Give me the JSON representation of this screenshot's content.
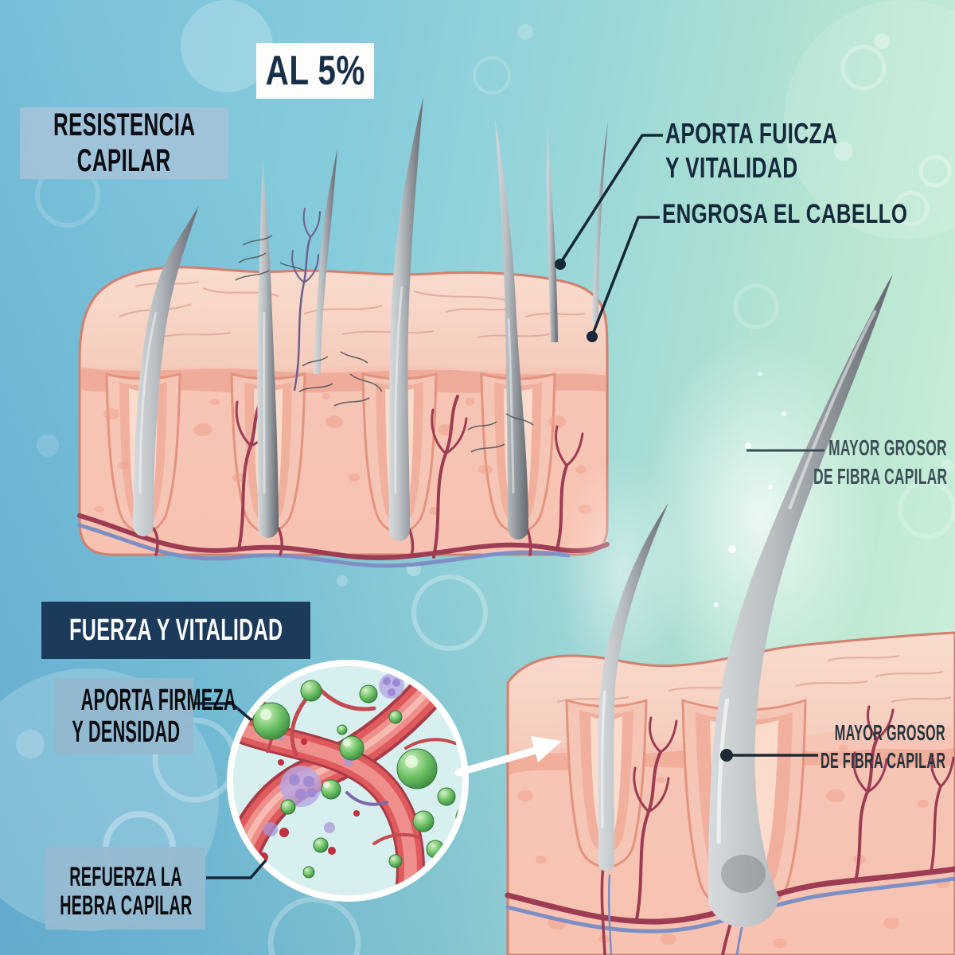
{
  "infographic": {
    "concentration_badge": "AL 5%",
    "resistencia": {
      "line1": "RESISTENCIA",
      "line2": "CAPILAR"
    },
    "aporta_fuerza": {
      "line1": "APORTA FUICZA",
      "line2": "Y VITALIDAD"
    },
    "engrosa": "ENGROSA EL CABELLO",
    "mayor_grosor_top": {
      "line1": "MAYOR GROSOR",
      "line2": "DE FIBRA CAPILAR"
    },
    "fuerza_vitalidad": "FUERZA Y VITALIDAD",
    "aporta_firmeza": {
      "line1": "APORTA FIRMEZA",
      "line2": "Y DENSIDAD"
    },
    "refuerza": {
      "line1": "REFUERZA LA",
      "line2": "HEBRA CAPILAR"
    },
    "mayor_grosor_bottom": {
      "line1": "MAYOR GROSOR",
      "line2": "DE FIBRA CAPILAR"
    },
    "palette": {
      "background_blue": "#6fb6d8",
      "background_mint": "#c9eed8",
      "label_navy": "#15293c",
      "box_navy": "#1c3a59",
      "box_light_blue": "#9ebfd6",
      "skin_pink": "#f6c4b4",
      "epidermis_pink": "#f8d6c8",
      "vessel_red": "#9d3c52",
      "vein_blue": "#7e8fc5",
      "hair_gray": "#9aa0a6",
      "molecule_green": "#5cb45c",
      "molecule_purple": "#b7a6e3",
      "inset_background": "#d7f0ef",
      "white": "#ffffff"
    }
  }
}
